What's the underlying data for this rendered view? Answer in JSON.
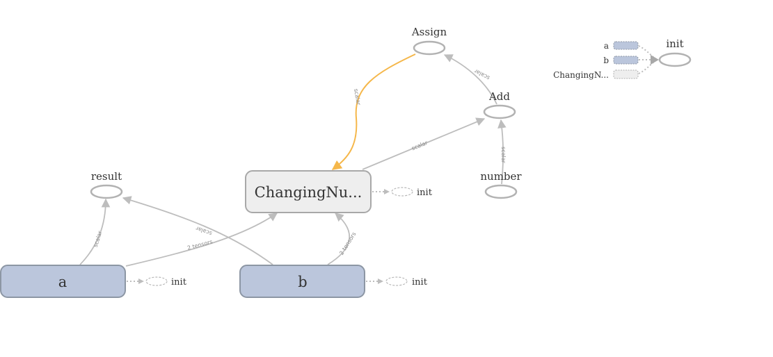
{
  "colors": {
    "edge_gray": "#bdbdbd",
    "ref_edge_orange": "#f5b74a",
    "variable_fill_blue": "#bbc6dc",
    "variable_fill_gray": "#eeeeee"
  },
  "nodes": {
    "assign": "Assign",
    "add": "Add",
    "number": "number",
    "result": "result",
    "changing": "ChangingNu...",
    "a": "a",
    "b": "b"
  },
  "edges": {
    "assign_changing": "scalar",
    "add_assign": "scalar",
    "changing_add": "scalar",
    "number_add": "scalar",
    "a_result": "scalar",
    "b_result": "scalar",
    "a_changing": "2 tensors",
    "b_changing": "2 tensors"
  },
  "init_labels": {
    "changing": "init",
    "a": "init",
    "b": "init"
  },
  "init_group": {
    "title": "init",
    "items": [
      "a",
      "b",
      "ChangingN..."
    ]
  }
}
